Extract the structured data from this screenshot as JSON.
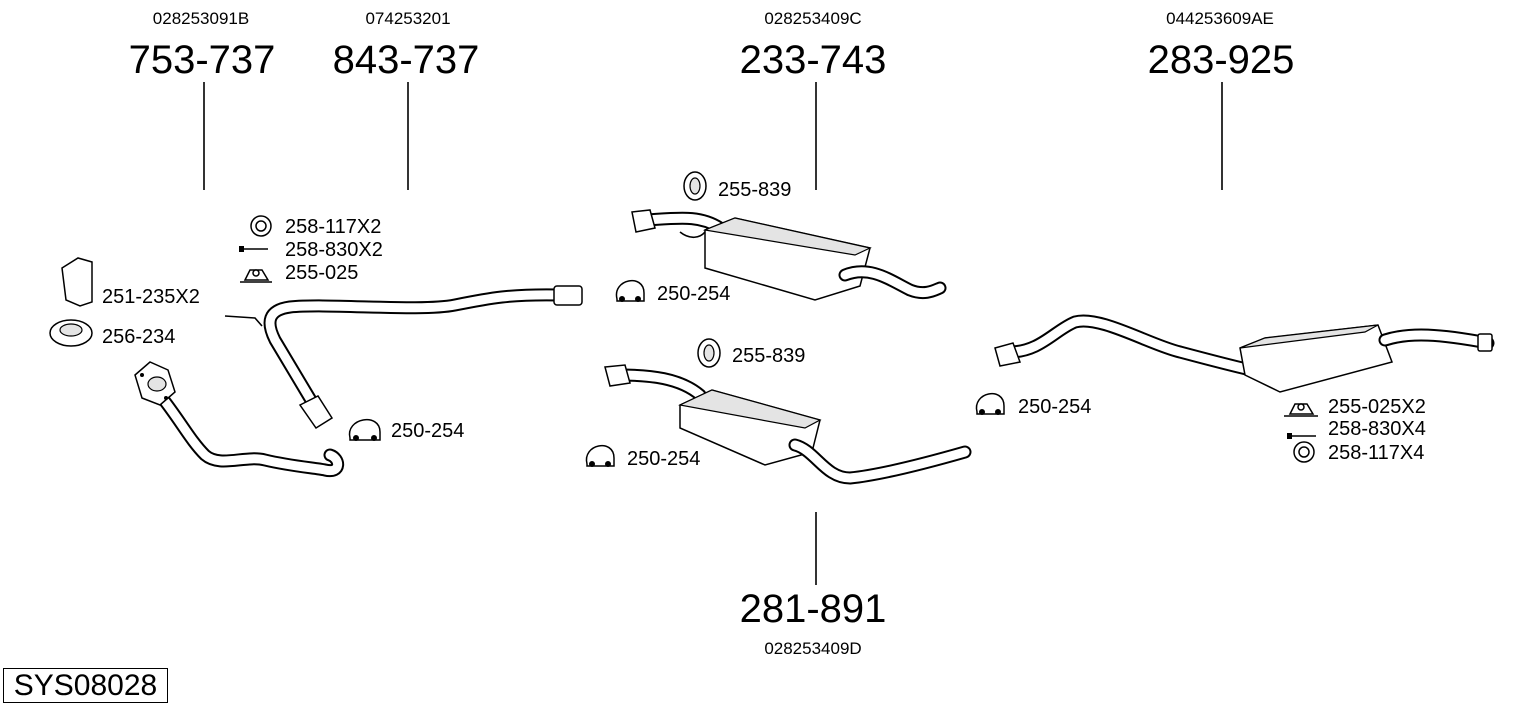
{
  "system_code": "SYS08028",
  "main_parts": [
    {
      "id": "p1",
      "number": "753-737",
      "oem": "028253091B"
    },
    {
      "id": "p2",
      "number": "843-737",
      "oem": "074253201"
    },
    {
      "id": "p3",
      "number": "233-743",
      "oem": "028253409C"
    },
    {
      "id": "p4",
      "number": "283-925",
      "oem": "044253609AE"
    },
    {
      "id": "p5",
      "number": "281-891",
      "oem": "028253409D"
    }
  ],
  "accessories": {
    "a_258_117x2": "258-117X2",
    "a_258_830x2": "258-830X2",
    "a_255_025": "255-025",
    "a_251_235x2": "251-235X2",
    "a_256_234": "256-234",
    "a_250_254_front": "250-254",
    "a_255_839_upper": "255-839",
    "a_250_254_upper": "250-254",
    "a_255_839_lower": "255-839",
    "a_250_254_lower": "250-254",
    "a_250_254_rear": "250-254",
    "a_255_025x2": "255-025X2",
    "a_258_830x4": "258-830X4",
    "a_258_117x4": "258-117X4"
  }
}
